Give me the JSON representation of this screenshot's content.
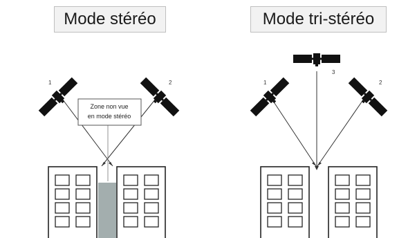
{
  "titles": {
    "left": "Mode stéréo",
    "right": "Mode tri-stéréo"
  },
  "satellite_labels": {
    "left_sat_1": "1",
    "left_sat_2": "2",
    "right_sat_1": "1",
    "right_sat_2": "2",
    "right_sat_3": "3"
  },
  "callout": {
    "line1": "Zone non vue",
    "line2": "en mode stéréo"
  },
  "colors": {
    "shadow_zone": "#a3aeae",
    "satellite": "#111111",
    "title_background": "#f2f2f2"
  }
}
